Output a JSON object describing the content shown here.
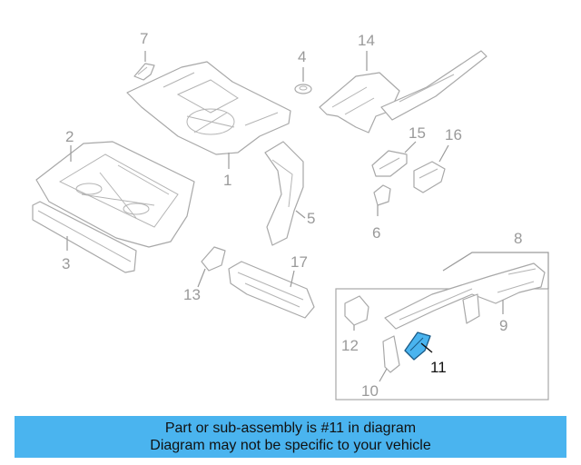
{
  "diagram": {
    "highlight_color": "#4ab4ef",
    "callouts": [
      {
        "id": "1",
        "label": "1",
        "highlighted": false
      },
      {
        "id": "2",
        "label": "2",
        "highlighted": false
      },
      {
        "id": "3",
        "label": "3",
        "highlighted": false
      },
      {
        "id": "4",
        "label": "4",
        "highlighted": false
      },
      {
        "id": "5",
        "label": "5",
        "highlighted": false
      },
      {
        "id": "6",
        "label": "6",
        "highlighted": false
      },
      {
        "id": "7",
        "label": "7",
        "highlighted": false
      },
      {
        "id": "8",
        "label": "8",
        "highlighted": false
      },
      {
        "id": "9",
        "label": "9",
        "highlighted": false
      },
      {
        "id": "10",
        "label": "10",
        "highlighted": false
      },
      {
        "id": "11",
        "label": "11",
        "highlighted": true
      },
      {
        "id": "12",
        "label": "12",
        "highlighted": false
      },
      {
        "id": "13",
        "label": "13",
        "highlighted": false
      },
      {
        "id": "14",
        "label": "14",
        "highlighted": false
      },
      {
        "id": "15",
        "label": "15",
        "highlighted": false
      },
      {
        "id": "16",
        "label": "16",
        "highlighted": false
      },
      {
        "id": "17",
        "label": "17",
        "highlighted": false
      }
    ]
  },
  "banner": {
    "line1": "Part or sub-assembly is #11 in diagram",
    "line2": "Diagram may not be specific to your vehicle",
    "background": "#4ab4ef"
  }
}
